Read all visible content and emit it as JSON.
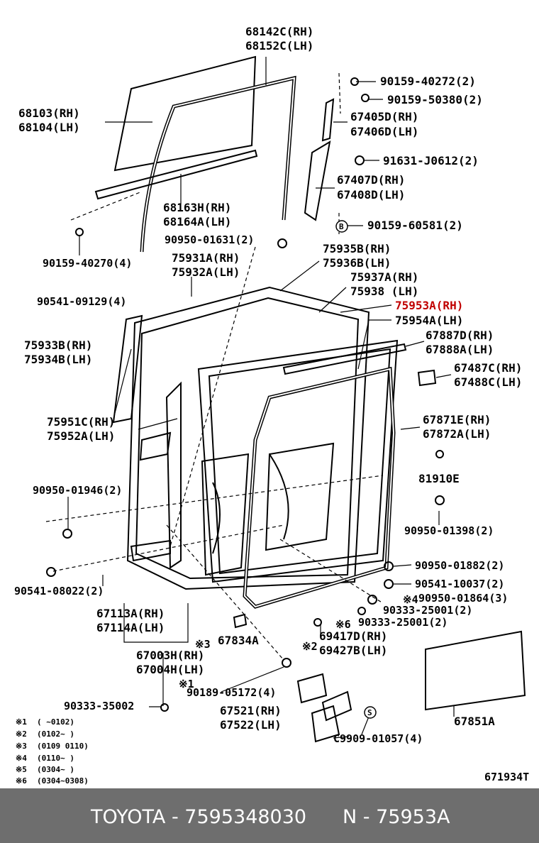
{
  "labels": [
    {
      "text": "68142C(RH)"
    },
    {
      "text": "68152C(LH)"
    },
    {
      "text": "68103(RH)"
    },
    {
      "text": "68104(LH)"
    },
    {
      "text": "90159-40272(2)"
    },
    {
      "text": "90159-50380(2)"
    },
    {
      "text": "67405D(RH)"
    },
    {
      "text": "67406D(LH)"
    },
    {
      "text": "91631-J0612(2)"
    },
    {
      "text": "67407D(RH)"
    },
    {
      "text": "67408D(LH)"
    },
    {
      "text": "68163H(RH)"
    },
    {
      "text": "68164A(LH)"
    },
    {
      "text": "90159-60581(2)"
    },
    {
      "text": "90950-01631(2)"
    },
    {
      "text": "90159-40270(4)"
    },
    {
      "text": "75935B(RH)"
    },
    {
      "text": "75936B(LH)"
    },
    {
      "text": "75931A(RH)"
    },
    {
      "text": "75932A(LH)"
    },
    {
      "text": "75937A(RH)"
    },
    {
      "text": "75938 (LH)"
    },
    {
      "text": "90541-09129(4)"
    },
    {
      "text": "75953A(RH)",
      "highlight": true
    },
    {
      "text": "75954A(LH)"
    },
    {
      "text": "67887D(RH)"
    },
    {
      "text": "67888A(LH)"
    },
    {
      "text": "75933B(RH)"
    },
    {
      "text": "75934B(LH)"
    },
    {
      "text": "67487C(RH)"
    },
    {
      "text": "67488C(LH)"
    },
    {
      "text": "75951C(RH)"
    },
    {
      "text": "75952A(LH)"
    },
    {
      "text": "67871E(RH)"
    },
    {
      "text": "67872A(LH)"
    },
    {
      "text": "81910E"
    },
    {
      "text": "90950-01946(2)"
    },
    {
      "text": "90950-01398(2)"
    },
    {
      "text": "90950-01882(2)"
    },
    {
      "text": "90541-08022(2)"
    },
    {
      "text": "90541-10037(2)"
    },
    {
      "text": "90950-01864(3)"
    },
    {
      "text": "90333-25001(2)"
    },
    {
      "text": "90333-25001(2)"
    },
    {
      "text": "67113A(RH)"
    },
    {
      "text": "67114A(LH)"
    },
    {
      "text": "69417D(RH)"
    },
    {
      "text": "69427B(LH)"
    },
    {
      "text": "67834A"
    },
    {
      "text": "67003H(RH)"
    },
    {
      "text": "67004H(LH)"
    },
    {
      "text": "90189-05172(4)"
    },
    {
      "text": "90333-35002"
    },
    {
      "text": "67521(RH)"
    },
    {
      "text": "67522(LH)"
    },
    {
      "text": "67851A"
    },
    {
      "text": "C9909-01057(4)"
    },
    {
      "text": "671934T"
    }
  ],
  "markers": [
    "※3",
    "※2",
    "※1",
    "※6",
    "※4",
    "B",
    "S"
  ],
  "notes": [
    {
      "mark": "※1",
      "range": "(     ~0102)"
    },
    {
      "mark": "※2",
      "range": "(0102~     )"
    },
    {
      "mark": "※3",
      "range": "(0109 0110)"
    },
    {
      "mark": "※4",
      "range": "(0110~     )"
    },
    {
      "mark": "※5",
      "range": "(0304~     )"
    },
    {
      "mark": "※6",
      "range": "(0304~0308)"
    }
  ],
  "footer": {
    "left": "TOYOTA - 7595348030",
    "right": "N - 75953A",
    "background": "#6e6e6e"
  },
  "highlight_color": "#c00000"
}
